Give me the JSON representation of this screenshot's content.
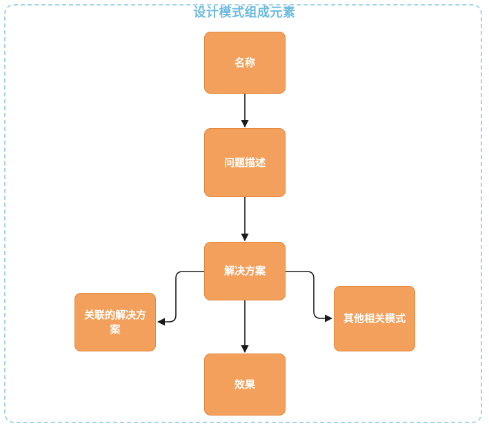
{
  "diagram": {
    "title": "设计模式组成元素",
    "title_color": "#6cbbdd",
    "frame_border_color": "#a6d4ea",
    "node_fill": "#f2a05c",
    "node_border": "#e1873c",
    "node_text_color": "#ffffff",
    "connector_color": "#1a1a1a",
    "nodes": [
      {
        "id": "name",
        "label": "名称"
      },
      {
        "id": "problem",
        "label": "问题描述"
      },
      {
        "id": "solution",
        "label": "解决方案"
      },
      {
        "id": "related",
        "label": "关联的解决方案"
      },
      {
        "id": "other",
        "label": "其他相关模式"
      },
      {
        "id": "effect",
        "label": "效果"
      }
    ],
    "edges": [
      {
        "from": "名称",
        "to": "问题描述",
        "direction": "down"
      },
      {
        "from": "问题描述",
        "to": "解决方案",
        "direction": "down"
      },
      {
        "from": "解决方案",
        "to": "效果",
        "direction": "down"
      },
      {
        "from": "解决方案",
        "to": "关联的解决方案",
        "direction": "left"
      },
      {
        "from": "解决方案",
        "to": "其他相关模式",
        "direction": "right"
      }
    ]
  }
}
